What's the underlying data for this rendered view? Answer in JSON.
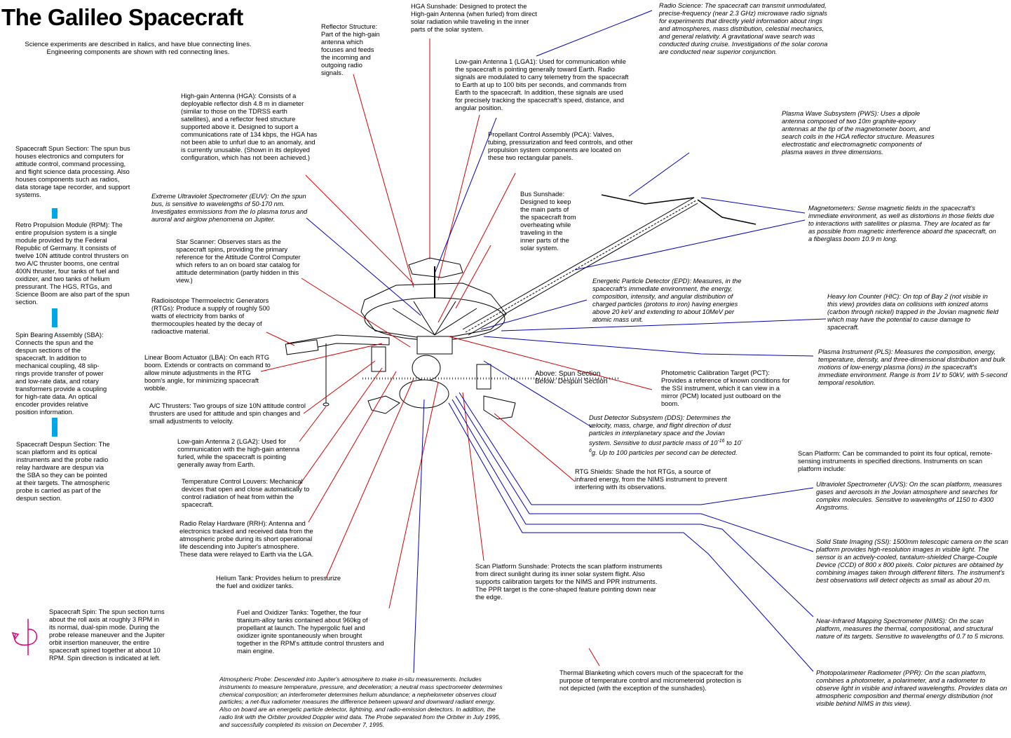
{
  "title": "The Galileo Spacecraft",
  "subtitle": "Science experiments are described in italics, and have blue connecting lines.  Engineering components are shown with red connecting lines.",
  "colors": {
    "engineering_line": "#d40000",
    "science_line": "#0000b4",
    "section_bar": "#00a6ea",
    "separator": "#008000",
    "spin_arrow": "#e0007a"
  },
  "separator": {
    "above": "Above:   Spun Section",
    "below": "Below:   Despun Section"
  },
  "left_column": {
    "spun_section": "Spacecraft Spun Section:  The spun bus houses electronics and computers for attitude control, command processing, and flight science data processing.  Also houses components such as radios, data storage tape recorder, and support systems.",
    "rpm": "Retro Propulsion Module (RPM):  The entire propulsion system is a single module provided by the Federal Republic of Germany.  It consists of twelve 10N attitude control thrusters on two A/C thruster booms, one central 400N thruster, four tanks of fuel and oxidizer, and two tanks of helium pressurant.  The HGS, RTGs, and Science Boom are also part of the spun section.",
    "sba": "Spin Bearing Assembly (SBA):  Connects the spun and the despun sections of the spacecraft.  In addition to mechanical coupling, 48 slip-rings provide transfer of power and low-rate data, and rotary transformers provide a coupling for high-rate data.  An optical encoder provides relative position information.",
    "despun_section": "Spacecraft Despun Section:  The scan platform and its optical instruments and the probe radio relay hardware are despun via the SBA so they can be pointed at their targets.  The atmospheric probe is carried as part of the despun section.",
    "spin": "Spacecraft Spin:  The spun section turns about the roll axis at roughly 3 RPM in its normal, dual-spin mode.  During the probe release maneuver and the Jupiter orbit insertion maneuver, the entire spacecraft spined together at about 10 RPM.  Spin direction is indicated at left."
  },
  "labels": {
    "reflector": "Reflector Structure:  Part of the high-gain antenna which focuses and feeds the incoming and outgoing radio signals.",
    "hga_sunshade": "HGA Sunshade:  Designed to protect the High-gain Antenna (when furled) from direct solar radiation while traveling in the inner parts of the solar system.",
    "radio_science": "Radio Science:  The spacecraft can transmit unmodulated, precise-frequency (near 2.3 GHz) microwave radio signals for experiments that directly yield information about rings and atmospheres, mass distribution, celestial mechanics, and general relativity.  A gravitational wave search was conducted during cruise.  Investigations of the solar corona are conducted near superior conjunction.",
    "lga1": "Low-gain Antenna 1 (LGA1):  Used for communication while the spacecraft is pointing generally toward Earth.  Radio signals are modulated to carry telemetry from the spacecraft to Earth at up to 100 bits per seconds, and commands from Earth to the spacecraft.  In addition, these signals are used for precisely tracking the spacecraft's speed, distance, and angular position.",
    "hga": "High-gain Antenna (HGA):   Consists of a deployable reflector dish 4.8 m in diameter (similar to those on the TDRSS earth satellites), and a reflector feed structure supported above it.  Designed to suport a communications rate of 134 kbps, the HGA has not been able to unfurl due to an anomaly, and is currently unusable. (Shown in its deployed configuration, which has not been achieved.)",
    "pws": "Plasma Wave Subsystem (PWS):  Uses a dipole antenna composed of two 10m graphite-epoxy antennas at the tip of the magnetometer boom, and search coils in the HGA reflector structure.  Measures electrostatic and electromagnetic components of plasma waves in three dimensions.",
    "pca": "Propellant Control Assembly (PCA):  Valves, tubing, pressurization and feed controls, and other propulsion system components are located on these two rectangular panels.",
    "euv": "Extreme Ultraviolet Spectrometer (EUV):  On the spun bus, is sensitive to wavelengths of 50-170 nm.  Investigates emmissions from the Io plasma torus and auroral and airglow phenomena on Jupiter.",
    "bus_sunshade": "Bus Sunshade:  Designed to keep the main parts of the spacecraft from overheating while traveling in the inner parts of the solar system.",
    "magnetometers": "Magnetometers:  Sense magnetic fields in the spacecraft's immediate environment, as well as distortions in those fields due to interactions with satellites or plasma. They are located as far as possible from magnetic interference aboard the spacecraft, on a fiberglass boom 10.9 m long.",
    "star_scanner": "Star Scanner:  Observes stars as the spacecraft spins, providing the primary reference for the Attitude Control Computer which refers to an on board star catalog for attitude determination (partly hidden in this view.)",
    "epd": "Energetic Particle Detector (EPD):  Measures, in the spacecraft's immediate environment, the energy, composition, intensity, and angular distribution of charged particles (protons to iron) having energies above 20 keV and extending to about 10MeV per atomic mass unit.",
    "rtg": "Radioisotope Thermoelectric Generators (RTGs):  Produce a supply of roughly 500 watts of electricity from banks of thermocouples heated by the decay of radioactive material.",
    "hic": "Heavy Ion Counter (HIC):  On top of Bay 2 (not visible in this view) provides data on collisions with ionized atoms (carbon through nickel) trapped in the Jovian magnetic field which may have the potential to cause damage to spacecraft.",
    "pls": "Plasma Instrument (PLS):  Measures the composition, energy, temperature, density, and three-dimensional distribution and bulk motions of low-energy plasma (ions) in the spacecraft's immediate environment.  Range is from 1V to 50kV, with 5-second temporal resolution.",
    "lba": "Linear Boom Actuator (LBA):  On each RTG boom.  Extends or contracts on command to allow minute adjustments in the RTG boom's angle, for minimizing spacecraft wobble.",
    "pct": "Photometric Calibration Target (PCT):  Provides a reference of known conditions for the SSI instrument, which it can view in a mirror (PCM) located just outboard on the boom.",
    "ac_thrusters": "A/C Thrusters:  Two groups of size 10N attitude control thrusters are used for attitude and spin changes and small adjustments to velocity.",
    "dds_pre": "Dust Detector Subsystem (DDS):  Determines the velocity, mass, charge, and flight direction of dust particles in interplanetary space and the Jovian system.  Sensitive to dust particle mass of 10",
    "dds_exp1": "-16",
    "dds_mid": " to 10",
    "dds_exp2": "-6",
    "dds_post": "g.  Up to 100 particles per second can be detected.",
    "lga2": "Low-gain Antenna 2 (LGA2):  Used for communication with the high-gain antenna furled, while the spacecraft is pointing generally away from Earth.",
    "rtg_shields": "RTG Shields:  Shade the hot RTGs, a source of infrared energy, from the NIMS instrument to prevent interfering with its observations.",
    "scan_platform": "Scan Platform:  Can be commanded to point its four optical, remote-sensing instruments in specified directions. Instruments on scan platform include:",
    "louvers": "Temperature Control Louvers:  Mechanical devices that open and close automatically to control radiation of heat from within the spacecraft.",
    "uvs": "Ultraviolet Spectrometer (UVS):  On the scan platform, measures gases and aerosols in the Jovian atmosphere and searches for complex molecules.  Sensitive to wavelengths of 1150 to 4300 Angstroms.",
    "rrh": "Radio Relay Hardware (RRH):  Antenna and electronics tracked and received data from the atmospheric probe during its short operational life descending into Jupiter's atmosphere.  These data were relayed to Earth via the LGA.",
    "ssi": "Solid State Imaging (SSI):  1500mm telescopic camera on the scan platform provides high-resolution images in visible light.  The sensor is an actively-cooled, tantalum-shielded Charge-Couple Device (CCD) of 800 x 800 pixels.  Color pictures are obtained by combining images taken through different filters.  The instrument's best observations will detect objects as small as about 20 m.",
    "helium": "Helium Tank:  Provides helium to pressurize the fuel and oxidizer tanks.",
    "sp_sunshade": "Scan Platform Sunshade:  Protects the scan platform instruments from direct sunlight during its inner solar system flight.  Also supports calibration targets for the NIMS and PPR instruments.  The PPR target is the cone-shaped feature pointing down near the edge.",
    "fuel": "Fuel and Oxidizer Tanks:  Together, the four titanium-alloy tanks contained about 960kg of propellant at launch.  The hypergolic fuel and oxidizer ignite spontaneously when brought together in the RPM's attitude control thrusters and main engine.",
    "nims": "Near-Infrared Mapping Spectrometer (NIMS):  On the scan platform, measures the thermal, compositional, and structural nature of its targets.  Sensitive to wavelengths of 0.7 to 5 microns.",
    "thermal": "Thermal Blanketing which covers much of the spacecraft for the purpose of temperature control and micrometeroid protection is not depicted (with the exception of the sunshades).",
    "ppr": "Photopolarimeter Radiometer (PPR):  On the scan platform, combines a photometer, a polarimeter, and a radiometer to observe light in visible and infrared wavelengths.  Provides data on atmospheric composition and thermal energy distribution (not visible behind NIMS in this view).",
    "probe": "Atmospheric Probe:  Descended into Jupiter's atmosphere to make in-situ measurements.  Includes instruments to measure temperature, pressure, and deceleration; a neutral mass spectrometer determines chemical composition; an interferometer determines helium abundance; a nephelometer observes cloud particles; a net-flux radiometer measures the difference between upward and downward radiant energy.  Also on board are an energetic particle detector, lightning, and radio-emission detectors.  In addition, the radio link with the Orbiter provided Doppler wind data.  The Probe separated from the Orbiter in July 1995, and successfully completed its mission on December 7, 1995."
  }
}
